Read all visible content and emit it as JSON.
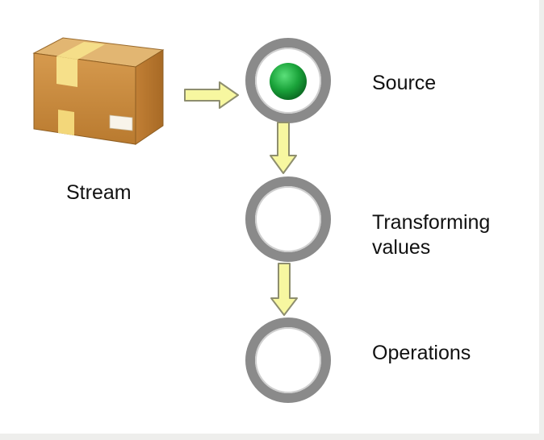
{
  "diagram": {
    "stream": {
      "label": "Stream",
      "icon": "box-icon"
    },
    "steps": [
      {
        "label": "Source",
        "active": true,
        "indicator_color": "#1aa33a"
      },
      {
        "label": "Transforming\nvalues",
        "active": false
      },
      {
        "label": "Operations",
        "active": false
      }
    ]
  },
  "colors": {
    "ring": "#8a8a8a",
    "arrow_fill": "#f7f7a0",
    "arrow_stroke": "#8e8e6e",
    "box_front": "#c98a3c",
    "box_top": "#ddb06a",
    "box_tape": "#f6e08a"
  }
}
